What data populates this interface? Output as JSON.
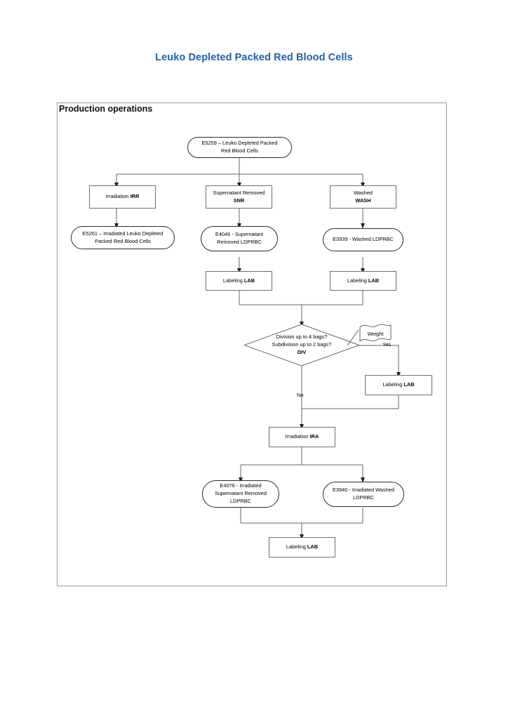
{
  "document": {
    "title": "Leuko Depleted Packed Red Blood Cells",
    "title_color": "#1F5FA9"
  },
  "frame": {
    "heading": "Production operations",
    "border_color": "#9a9a9a"
  },
  "chart_data": {
    "type": "diagram",
    "title": "Leuko Depleted Packed Red Blood Cells",
    "subtitle": "Production operations",
    "nodes": [
      {
        "id": "E5259",
        "shape": "terminator",
        "label": "E5259 – Leuko Depleted Packed Red Blood Cells"
      },
      {
        "id": "IRR",
        "shape": "process",
        "label": "Irradiation IRR",
        "code": "IRR"
      },
      {
        "id": "SNR",
        "shape": "process",
        "label": "Supernatant Removed SNR",
        "code": "SNR"
      },
      {
        "id": "WASH",
        "shape": "process",
        "label": "Washed WASH",
        "code": "WASH"
      },
      {
        "id": "E5261",
        "shape": "terminator",
        "label": "E5261 – Irradiated Leuko Depleted Packed Red Blood Cells"
      },
      {
        "id": "E4046",
        "shape": "terminator",
        "label": "E4046 - Supernatant Removed LDPRBC"
      },
      {
        "id": "E3939",
        "shape": "terminator",
        "label": "E3939 - Washed LDPRBC"
      },
      {
        "id": "LAB1",
        "shape": "process",
        "label": "Labeling LAB",
        "code": "LAB"
      },
      {
        "id": "LAB2",
        "shape": "process",
        "label": "Labeling LAB",
        "code": "LAB"
      },
      {
        "id": "DIV",
        "shape": "decision",
        "label": "Division up to 4 bags? Subdivision up to 2 bags? DIV",
        "code": "DIV"
      },
      {
        "id": "WEIGHT",
        "shape": "annotation",
        "label": "Weight"
      },
      {
        "id": "LAB3",
        "shape": "process",
        "label": "Labeling LAB",
        "code": "LAB"
      },
      {
        "id": "IRA",
        "shape": "process",
        "label": "Irradiation IRA",
        "code": "IRA"
      },
      {
        "id": "E4076",
        "shape": "terminator",
        "label": "E4076 - Irradiated Supernatant Removed LDPRBC"
      },
      {
        "id": "E3940",
        "shape": "terminator",
        "label": "E3940 - Irradiated Washed LDPRBC"
      },
      {
        "id": "LAB4",
        "shape": "process",
        "label": "Labeling LAB",
        "code": "LAB"
      }
    ],
    "edges": [
      {
        "from": "E5259",
        "to": "IRR",
        "label": ""
      },
      {
        "from": "E5259",
        "to": "SNR",
        "label": ""
      },
      {
        "from": "E5259",
        "to": "WASH",
        "label": ""
      },
      {
        "from": "IRR",
        "to": "E5261",
        "label": ""
      },
      {
        "from": "SNR",
        "to": "E4046",
        "label": ""
      },
      {
        "from": "WASH",
        "to": "E3939",
        "label": ""
      },
      {
        "from": "E4046",
        "to": "LAB1",
        "label": ""
      },
      {
        "from": "E3939",
        "to": "LAB2",
        "label": ""
      },
      {
        "from": "LAB1",
        "to": "DIV",
        "label": ""
      },
      {
        "from": "LAB2",
        "to": "DIV",
        "label": ""
      },
      {
        "from": "DIV",
        "to": "LAB3",
        "label": "Yes"
      },
      {
        "from": "DIV",
        "to": "IRA",
        "label": "No"
      },
      {
        "from": "LAB3",
        "to": "IRA",
        "label": ""
      },
      {
        "from": "IRA",
        "to": "E4076",
        "label": ""
      },
      {
        "from": "IRA",
        "to": "E3940",
        "label": ""
      },
      {
        "from": "E4076",
        "to": "LAB4",
        "label": ""
      },
      {
        "from": "E3940",
        "to": "LAB4",
        "label": ""
      }
    ],
    "edge_labels": {
      "yes": "Yes",
      "no": "No"
    }
  },
  "nodes": {
    "e5259": {
      "line1": "E5259 – Leuko Depleted Packed",
      "line2": "Red Blood Cells"
    },
    "irr": {
      "line1": "Irradiation ",
      "bold": "IRR"
    },
    "snr": {
      "line1": "Supernatant Removed",
      "bold": "SNR"
    },
    "wash": {
      "line1": "Washed",
      "bold": "WASH"
    },
    "e5261": {
      "line1": "E5261 – Irradiated Leuko Depleted",
      "line2": "Packed Red Blood Cells"
    },
    "e4046": {
      "line1": "E4046 - Supernatant",
      "line2": "Removed LDPRBC"
    },
    "e3939": {
      "line1": "E3939 - Washed LDPRBC"
    },
    "lab1": {
      "line1": "Labeling ",
      "bold": "LAB"
    },
    "lab2": {
      "line1": "Labeling ",
      "bold": "LAB"
    },
    "lab3": {
      "line1": "Labeling ",
      "bold": "LAB"
    },
    "lab4": {
      "line1": "Labeling ",
      "bold": "LAB"
    },
    "div": {
      "line1": "Division up to 4 bags?",
      "line2": "Subdivision up to 2 bags?",
      "bold": "DIV"
    },
    "weight": {
      "line1": "Weight"
    },
    "ira": {
      "line1": "Irradiation ",
      "bold": "IRA"
    },
    "e4076": {
      "line1": "E4076 - Irradiated",
      "line2": "Supernatant Removed",
      "line3": "LDPRBC"
    },
    "e3940": {
      "line1": "E3940 - Irradiated Washed",
      "line2": "LDPRBC"
    }
  },
  "labels": {
    "yes": "Yes",
    "no": "No"
  }
}
